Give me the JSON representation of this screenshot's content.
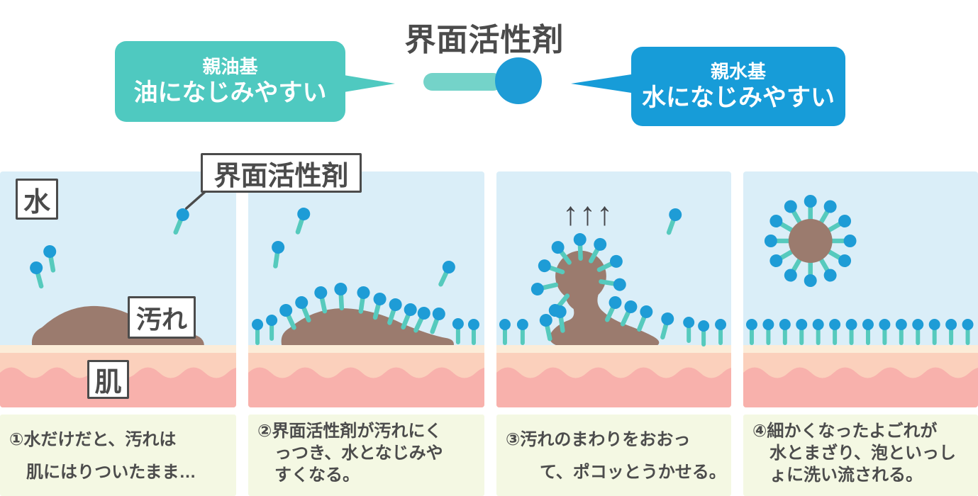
{
  "header": {
    "title": "界面活性剤",
    "left_bubble": {
      "title": "親油基",
      "subtitle": "油になじみやすい"
    },
    "right_bubble": {
      "title": "親水基",
      "subtitle": "水になじみやすい"
    }
  },
  "scene_labels": {
    "water": "水",
    "dirt": "汚れ",
    "skin": "肌",
    "surfactant_callout": "界面活性剤",
    "lift_arrows": "↑↑↑"
  },
  "captions": [
    {
      "lines": [
        "①水だけだと、汚れは",
        "　肌にはりついたまま…"
      ]
    },
    {
      "lines": [
        "②界面活性剤が汚れにく",
        "　っつき、水となじみや",
        "　すくなる。"
      ]
    },
    {
      "lines": [
        "③汚れのまわりをおおっ",
        "　　て、ポコッとうかせる。"
      ]
    },
    {
      "lines": [
        "④細かくなったよごれが",
        "　水とまざり、泡といっし",
        "　ょに洗い流される。"
      ]
    }
  ],
  "colors": {
    "water": "#daeef8",
    "skin_cream": "#fcecd8",
    "skin_light": "#fbd0bc",
    "skin_wave": "#f8b1ac",
    "dirt": "#9b7b6e",
    "head": "#1e9cd6",
    "tail": "#56cabd",
    "tail_big": "#74d3c9",
    "bubble_teal": "#4fc9c0",
    "bubble_blue": "#179cd8",
    "ink": "#4b4b4b",
    "caption_bg": "#f4f8e3"
  }
}
